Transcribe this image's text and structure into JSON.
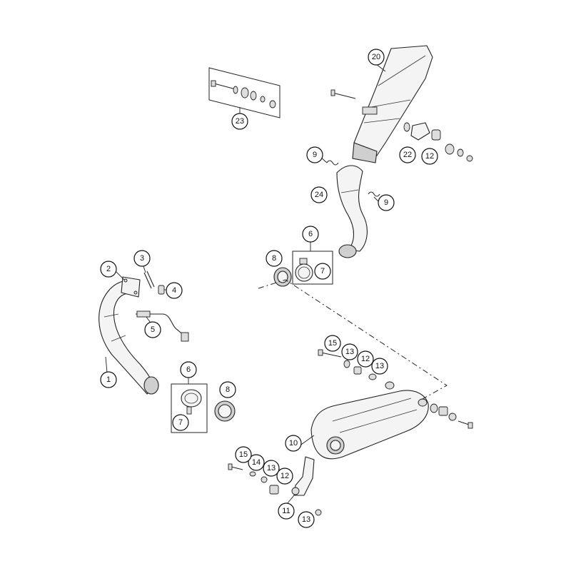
{
  "callouts": {
    "c1": "1",
    "c2": "2",
    "c3": "3",
    "c4": "4",
    "c5": "5",
    "c6a": "6",
    "c7a": "7",
    "c8a": "8",
    "c6b": "6",
    "c7b": "7",
    "c8b": "8",
    "c9a": "9",
    "c9b": "9",
    "c10": "10",
    "c11": "11",
    "c12a": "12",
    "c12b": "12",
    "c12c": "12",
    "c13a": "13",
    "c13b": "13",
    "c13c": "13",
    "c13d": "13",
    "c14": "14",
    "c15a": "15",
    "c15b": "15",
    "c20": "20",
    "c22": "22",
    "c23": "23",
    "c24": "24"
  }
}
